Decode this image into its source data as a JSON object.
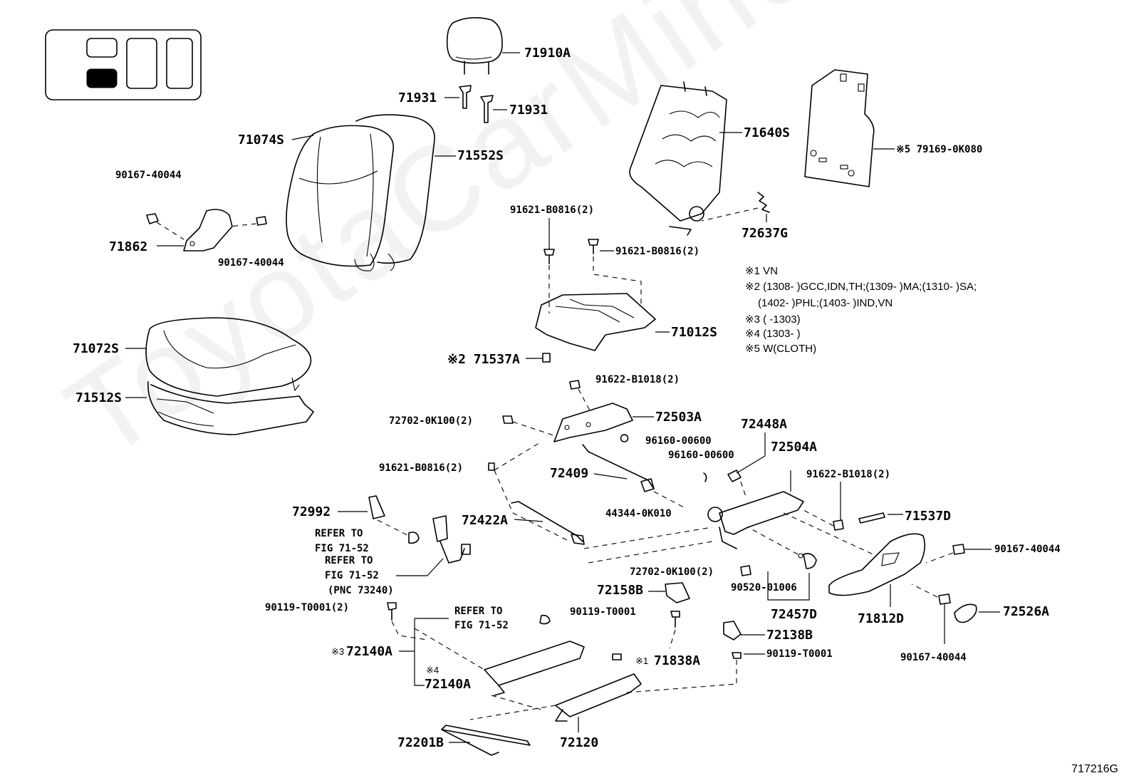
{
  "figure_number": "717216G",
  "watermark": "ToyotaCarMine.ru",
  "parts": {
    "p71910A": "71910A",
    "p71931a": "71931",
    "p71931b": "71931",
    "p71074S": "71074S",
    "p71552S": "71552S",
    "p71640S": "71640S",
    "p79169": "※5 79169-0K080",
    "p90167a": "90167-40044",
    "p71862": "71862",
    "p90167b": "90167-40044",
    "p91621a": "91621-B0816(2)",
    "p91621b": "91621-B0816(2)",
    "p72637G": "72637G",
    "p71072S": "71072S",
    "p71512S": "71512S",
    "p71012S": "71012S",
    "p71537A": "※2 71537A",
    "p91622a": "91622-B1018(2)",
    "p72702a": "72702-0K100(2)",
    "p72503A": "72503A",
    "p72448A": "72448A",
    "p96160a": "96160-00600",
    "p96160b": "96160-00600",
    "p72504A": "72504A",
    "p91621c": "91621-B0816(2)",
    "p72409": "72409",
    "p91622b": "91622-B1018(2)",
    "p71537D": "71537D",
    "p72992": "72992",
    "p44344": "44344-0K010",
    "p72422A": "72422A",
    "p90167c": "90167-40044",
    "p72702b": "72702-0K100(2)",
    "p90520": "90520-01006",
    "p72158B": "72158B",
    "p72457D": "72457D",
    "p71812D": "71812D",
    "p72526A": "72526A",
    "p90119a": "90119-T0001(2)",
    "p90119b": "90119-T0001",
    "p72138B": "72138B",
    "p90119c": "90119-T0001",
    "p90167d": "90167-40044",
    "p72140A_1": "72140A",
    "p72140A_2": "72140A",
    "p71838A": "71838A",
    "p72201B": "72201B",
    "p72120": "72120"
  },
  "refs": {
    "r1a": "REFER TO",
    "r1b": "FIG 71-52",
    "r2a": "REFER TO",
    "r2b": "FIG 71-52",
    "r2c": "(PNC 73240)",
    "r3a": "REFER TO",
    "r3b": "FIG 71-52"
  },
  "markers": {
    "m3": "※3",
    "m4": "※4",
    "m1": "※1"
  },
  "notes": {
    "n1": "※1 VN",
    "n2a": "※2 (1308-        )GCC,IDN,TH;(1309-        )MA;(1310-        )SA;",
    "n2b": "(1402-        )PHL;(1403-        )IND,VN",
    "n3": "※3 (        -1303)",
    "n4": "※4 (1303-        )",
    "n5": "※5 W(CLOTH)"
  }
}
